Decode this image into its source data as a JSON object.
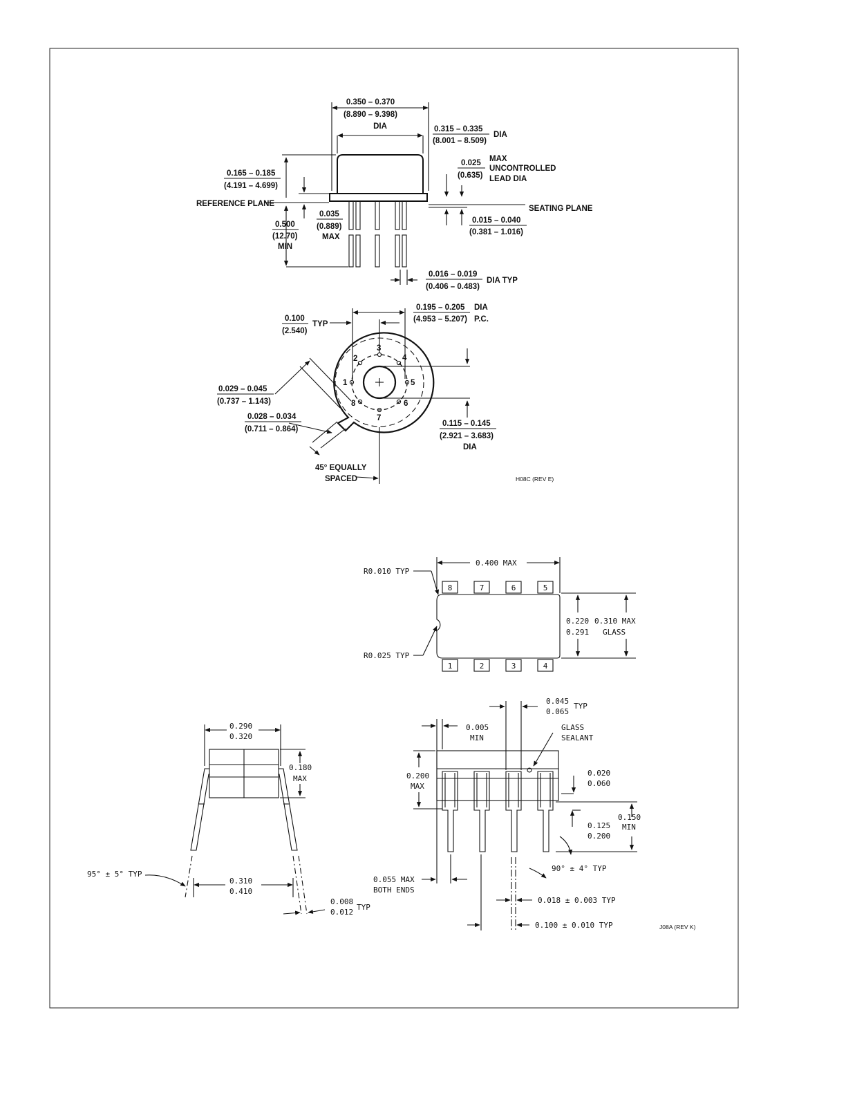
{
  "h08c": {
    "top_dia_1": "0.350 – 0.370",
    "top_dia_2": "(8.890 – 9.398)",
    "top_dia_3": "DIA",
    "body_dia_1": "0.315 – 0.335",
    "body_dia_2": "(8.001 – 8.509)",
    "body_dia_3": "DIA",
    "height_1": "0.165 – 0.185",
    "height_2": "(4.191 – 4.699)",
    "lead_max_1": "0.025",
    "lead_max_2": "(0.635)",
    "lead_max_3": "MAX",
    "lead_max_4": "UNCONTROLLED",
    "lead_max_5": "LEAD DIA",
    "reference_plane": "REFERENCE PLANE",
    "seating_plane": "SEATING PLANE",
    "flange_1": "0.035",
    "flange_2": "(0.889)",
    "flange_3": "MAX",
    "lead_len_1": "0.500",
    "lead_len_2": "(12.70)",
    "lead_len_3": "MIN",
    "seat_1": "0.015 – 0.040",
    "seat_2": "(0.381 – 1.016)",
    "lead_dia_1": "0.016 – 0.019",
    "lead_dia_2": "(0.406 – 0.483)",
    "lead_dia_3": "DIA TYP",
    "pitch_1": "0.100",
    "pitch_2": "(2.540)",
    "pitch_3": "TYP",
    "pc_1": "0.195 – 0.205",
    "pc_2": "(4.953 – 5.207)",
    "pc_3": "DIA",
    "pc_4": "P.C.",
    "tab_w_1": "0.029 – 0.045",
    "tab_w_2": "(0.737 – 1.143)",
    "tab_l_1": "0.028 – 0.034",
    "tab_l_2": "(0.711 – 0.864)",
    "center_1": "0.115 – 0.145",
    "center_2": "(2.921 – 3.683)",
    "center_3": "DIA",
    "angle_1": "45° EQUALLY",
    "angle_2": "SPACED",
    "rev": "H08C (REV E)",
    "pins": [
      "1",
      "2",
      "3",
      "4",
      "5",
      "6",
      "7",
      "8"
    ]
  },
  "j08a": {
    "width_max": "0.400 MAX",
    "r_top": "R0.010 TYP",
    "r_notch": "R0.025 TYP",
    "pins_top": [
      "8",
      "7",
      "6",
      "5"
    ],
    "pins_bottom": [
      "1",
      "2",
      "3",
      "4"
    ],
    "body_w_1": "0.220",
    "body_w_2": "0.291",
    "glass_1": "0.310 MAX",
    "glass_2": "GLASS",
    "end_w_1": "0.290",
    "end_w_2": "0.320",
    "end_h_1": "0.180",
    "end_h_2": "MAX",
    "angle_lead": "95° ± 5° TYP",
    "span_1": "0.310",
    "span_2": "0.410",
    "thick_1": "0.008",
    "thick_2": "0.012",
    "thick_3": "TYP",
    "shoulder_1": "0.045",
    "shoulder_2": "0.065",
    "shoulder_3": "TYP",
    "gap_1": "0.005",
    "gap_2": "MIN",
    "glass_seal_1": "GLASS",
    "glass_seal_2": "SEALANT",
    "side_h_1": "0.200",
    "side_h_2": "MAX",
    "lid_1": "0.020",
    "lid_2": "0.060",
    "lead_l_1": "0.150",
    "lead_l_2": "MIN",
    "seat_1": "0.125",
    "seat_2": "0.200",
    "ends_1": "0.055 MAX",
    "ends_2": "BOTH ENDS",
    "bend": "90° ± 4° TYP",
    "lead_w": "0.018 ± 0.003 TYP",
    "pitch": "0.100 ± 0.010 TYP",
    "rev": "J08A (REV K)"
  }
}
